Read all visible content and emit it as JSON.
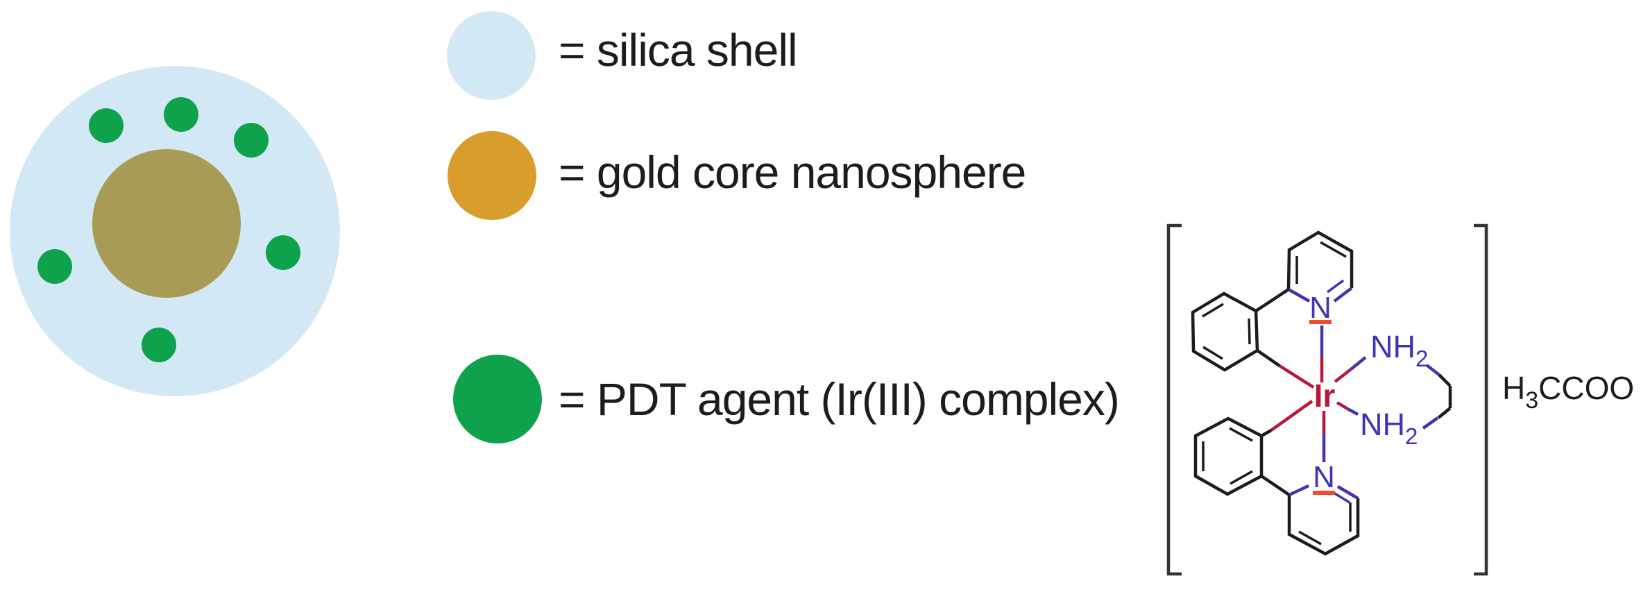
{
  "figure": {
    "background": "#ffffff",
    "legend": {
      "items": [
        {
          "id": "silica",
          "label": "= silica shell",
          "swatch_color": "#d3e8f5"
        },
        {
          "id": "gold",
          "label": "= gold core nanosphere",
          "swatch_color": "#d89d2d"
        },
        {
          "id": "pdt",
          "label": "= PDT agent (Ir(III) complex)",
          "swatch_color": "#0ea24c"
        }
      ]
    },
    "nanoparticle": {
      "shell_color": "#d3e8f5",
      "core_color": "#a89b55",
      "agent_color": "#0ea24c",
      "agent_count": 6
    },
    "structure": {
      "iridium_label": "Ir",
      "nitrogen_label": "N",
      "amine_nh": "NH",
      "amine_sub": "2",
      "counterion_h": "H",
      "counterion_sub": "3",
      "counterion_rest": "CCOO",
      "colors": {
        "carbon_bond": "#1c1c1c",
        "nitrogen_blue": "#3e35b4",
        "iridium_crimson": "#b6173a",
        "dative_red": "#f04b2d",
        "bracket": "#333333"
      }
    }
  }
}
